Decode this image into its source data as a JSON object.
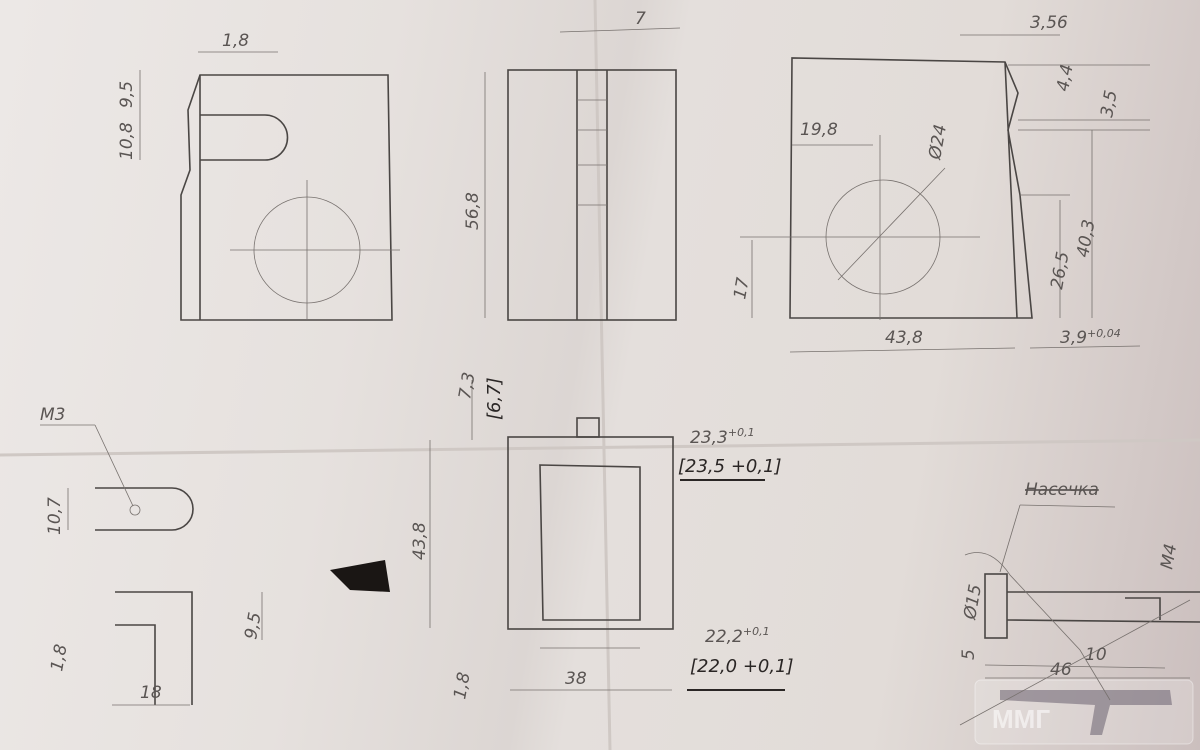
{
  "view_top_left": {
    "dim_width": "1,8",
    "dim_slot_height": "10,8",
    "dim_slot_offset": "9,5"
  },
  "view_top_middle": {
    "dim_slot_width": "7",
    "dim_height": "56,8"
  },
  "view_top_right": {
    "dim_top": "3,56",
    "dim_notch": "4,4",
    "dim_notch2": "3,5",
    "dim_hole_x": "19,8",
    "dim_hole_diameter": "Ø24",
    "dim_hole_y": "17",
    "dim_26": "26,5",
    "dim_40": "40,3",
    "dim_width": "43,8",
    "dim_right": "3,9",
    "dim_right_tol": "+0,04"
  },
  "view_bottom_left": {
    "thread": "M3",
    "dim_10": "10,7",
    "dim_9": "9,5",
    "dim_1": "1,8",
    "dim_18": "18"
  },
  "view_bottom_middle": {
    "dim_top": "7,3",
    "dim_top_alt": "[6,7]",
    "dim_inner_h": "23,3",
    "dim_inner_h_tol": "+0,1",
    "dim_inner_h_alt": "[23,5 +0,1]",
    "dim_height": "43,8",
    "dim_bottom": "1,8",
    "dim_width": "38",
    "dim_inner_w": "22,2",
    "dim_inner_w_tol": "+0,1",
    "dim_inner_w_alt": "[22,0 +0,1]"
  },
  "view_bottom_right": {
    "note": "Насечка",
    "dim_diameter": "Ø15",
    "thread": "M4",
    "dim_5": "5",
    "dim_10": "10",
    "dim_46": "46"
  },
  "watermark": {
    "text": "ММГ"
  }
}
